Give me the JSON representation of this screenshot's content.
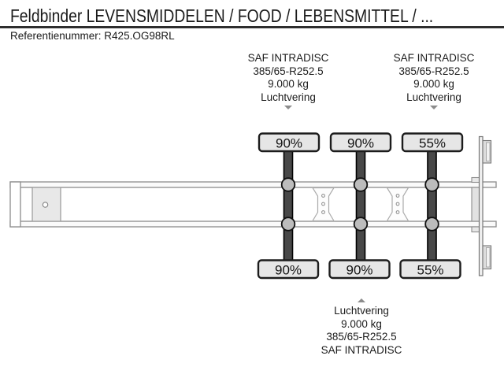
{
  "header": {
    "title": "Feldbinder LEVENSMIDDELEN / FOOD / LEBENSMITTEL / ...",
    "reference": "Referentienummer: R425.OG98RL"
  },
  "axle_annotations": {
    "top_left": {
      "lines": [
        "SAF INTRADISC",
        "385/65-R252.5",
        "9.000 kg",
        "Luchtvering"
      ],
      "arrow": "down"
    },
    "top_right": {
      "lines": [
        "SAF INTRADISC",
        "385/65-R252.5",
        "9.000 kg",
        "Luchtvering"
      ],
      "arrow": "down"
    },
    "bottom_center": {
      "lines": [
        "Luchtvering",
        "9.000 kg",
        "385/65-R252.5",
        "SAF INTRADISC"
      ],
      "arrow": "up"
    }
  },
  "tires": {
    "top": [
      "90%",
      "90%",
      "55%"
    ],
    "bottom": [
      "90%",
      "90%",
      "55%"
    ]
  },
  "colors": {
    "text": "#1a1a1a",
    "divider": "#2e2e2e",
    "tire_box_fill": "#e6e6e6",
    "tire_box_border": "#1c1c1c",
    "axle_bar": "#484848",
    "hub_fill": "#bcbcbc",
    "frame_stroke": "#8c8c8c",
    "plate_fill": "#e8e8e8",
    "arrow": "#8c8c8c"
  }
}
